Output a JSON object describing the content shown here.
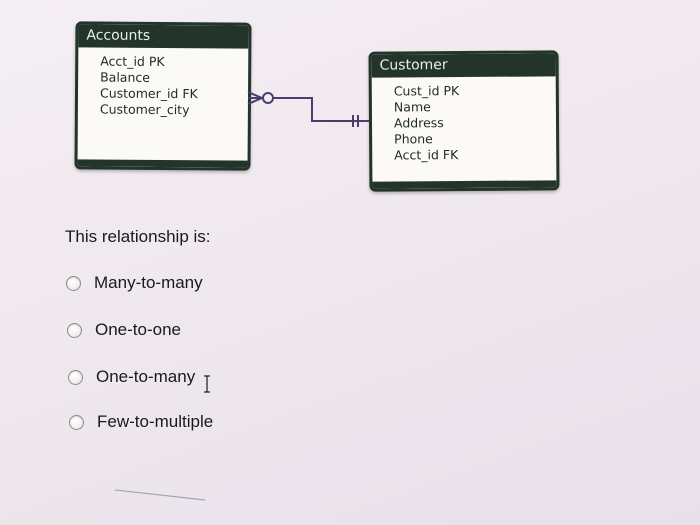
{
  "diagram": {
    "accounts": {
      "title": "Accounts",
      "fields": [
        "Acct_id PK",
        "Balance",
        "Customer_id FK",
        "Customer_city"
      ]
    },
    "customer": {
      "title": "Customer",
      "fields": [
        "Cust_id PK",
        "Name",
        "Address",
        "Phone",
        "Acct_id FK"
      ]
    },
    "relationship": {
      "accounts_end": "zero-or-many",
      "customer_end": "one-and-only-one"
    }
  },
  "question": {
    "prompt": "This relationship is:",
    "options": [
      {
        "label": "Many-to-many",
        "selected": false
      },
      {
        "label": "One-to-one",
        "selected": false
      },
      {
        "label": "One-to-many",
        "selected": false
      },
      {
        "label": "Few-to-multiple",
        "selected": false
      }
    ]
  },
  "colors": {
    "entity_dark": "#23352a",
    "line": "#4a3d6e"
  }
}
